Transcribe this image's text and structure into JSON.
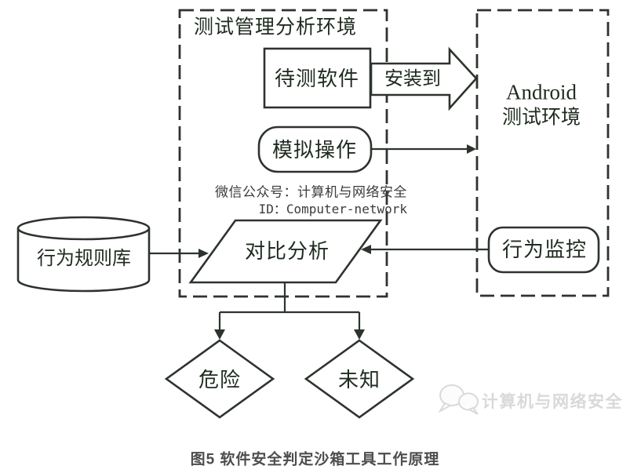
{
  "colors": {
    "line": "#2d332d",
    "text": "#1f2b1f",
    "muted": "#3b3b3b",
    "watermark": "#d9d9d9",
    "caption": "#4d4d4d"
  },
  "diagram": {
    "test_env_title": "测试管理分析环境",
    "android_line1": "Android",
    "android_line2": "测试环境",
    "software_under_test": "待测软件",
    "install_to_label": "安装到",
    "simulate_ops": "模拟操作",
    "behavior_rules_db": "行为规则库",
    "compare_analysis": "对比分析",
    "behavior_monitor": "行为监控",
    "danger": "危险",
    "unknown": "未知",
    "wechat_account_line": "微信公众号：计算机与网络安全",
    "wechat_id_line": "ID：Computer-network",
    "watermark": "计算机与网络安全",
    "caption": "图5  软件安全判定沙箱工具工作原理"
  }
}
